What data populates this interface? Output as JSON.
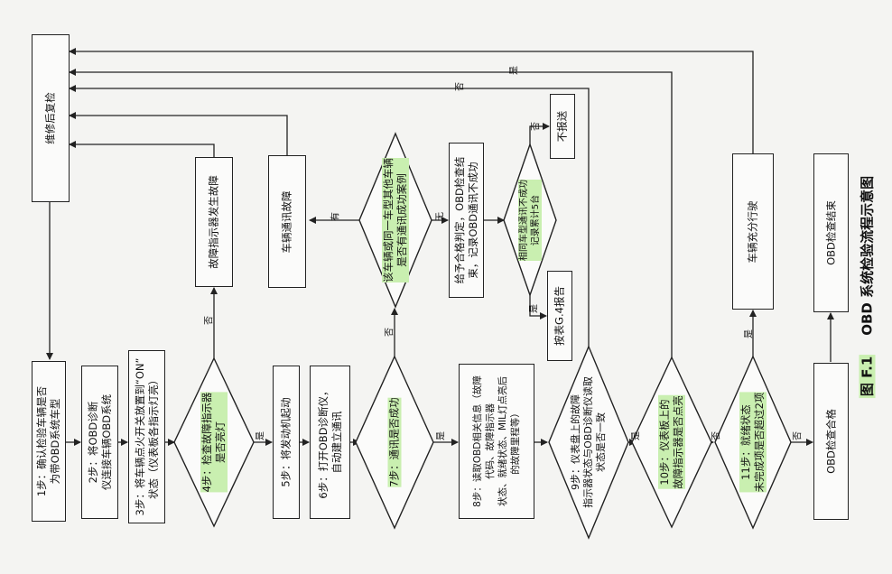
{
  "figure": {
    "number": "图 F.1",
    "title": "OBD 系统检验流程示意图"
  },
  "steps": {
    "step1": [
      "1步：确认检验车辆是否",
      "为带OBD系统车型"
    ],
    "step2": [
      "2步：将OBD诊断",
      "仪连接车辆OBD系统"
    ],
    "step3": [
      "3步：将车辆点火开关放置到“ON”",
      "状态（仪表板各指示灯亮）"
    ],
    "step4": [
      "4步：检查故障指示器",
      "是否亮灯"
    ],
    "step5": [
      "5步：将发动机起动"
    ],
    "step6": [
      "6步：打开OBD诊断仪，",
      "自动建立通讯"
    ],
    "step7": [
      "7步：通讯是否成功"
    ],
    "step8": [
      "8步：读取OBD相关信息（故障",
      "代码、故障指示器",
      "状态、就绪状态、MIL灯点亮后",
      "的故障里程等）"
    ],
    "step9": [
      "9步：仪表盘上的故障",
      "指示器状态与OBD诊断仪读取",
      "状态是否一致"
    ],
    "step10": [
      "10步：仪表板上的",
      "故障指示器是否点亮"
    ],
    "step11": [
      "11步：就绪状态",
      "未完成项是否超过2项"
    ]
  },
  "boxes": {
    "repair": "维修后复检",
    "mil_fault": "故障指示器发生故障",
    "comm_fault": "车辆通讯故障",
    "same_model": [
      "该车辆或同一车型其他车辆",
      "是否有通讯成功案例"
    ],
    "pass_record": [
      "给予合格判定，OBD检查结",
      "束，记录OBD通讯不成功"
    ],
    "fail_count": [
      "相同车型通讯不成功",
      "记录累计5台"
    ],
    "no_report": "不报送",
    "report_g4": "按表G.4报告",
    "fully_run": "车辆充分行驶",
    "obd_end": "OBD检查结束",
    "obd_pass": "OBD检查合格"
  },
  "labels": {
    "yes": "是",
    "no": "否",
    "have": "有",
    "none": "无"
  }
}
